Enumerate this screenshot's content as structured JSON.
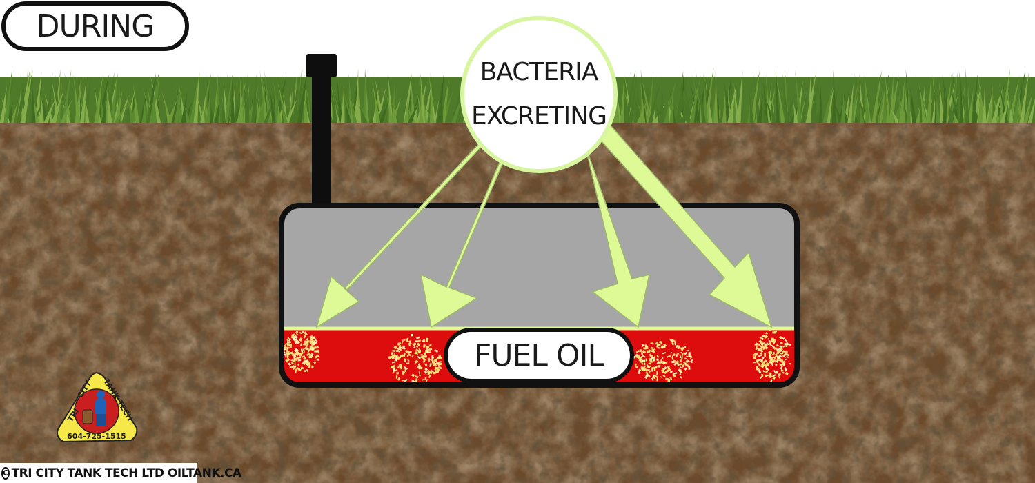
{
  "stage_label": "DURING",
  "bubble": {
    "line1": "BACTERIA",
    "line2": "EXCRETING"
  },
  "fuel_label": "FUEL OIL",
  "logo": {
    "name_left": "TRI",
    "name_mid": "CITY",
    "name_right": "TANK TECH",
    "phone": "604-725-1515"
  },
  "copyright": {
    "symbol": "C",
    "text": "TRI CITY TANK TECH LTD  OILTANK.CA"
  },
  "colors": {
    "grass": "#4f7a2a",
    "soil": "#5a3f26",
    "tank_gray": "#a6a6a6",
    "tank_outline": "#111111",
    "fuel_red": "#dd0d0d",
    "arrow_green": "#ddfa96",
    "bacteria_yellow": "#f6e07a",
    "logo_yellow": "#f7e84a",
    "logo_red": "#c9201f"
  }
}
